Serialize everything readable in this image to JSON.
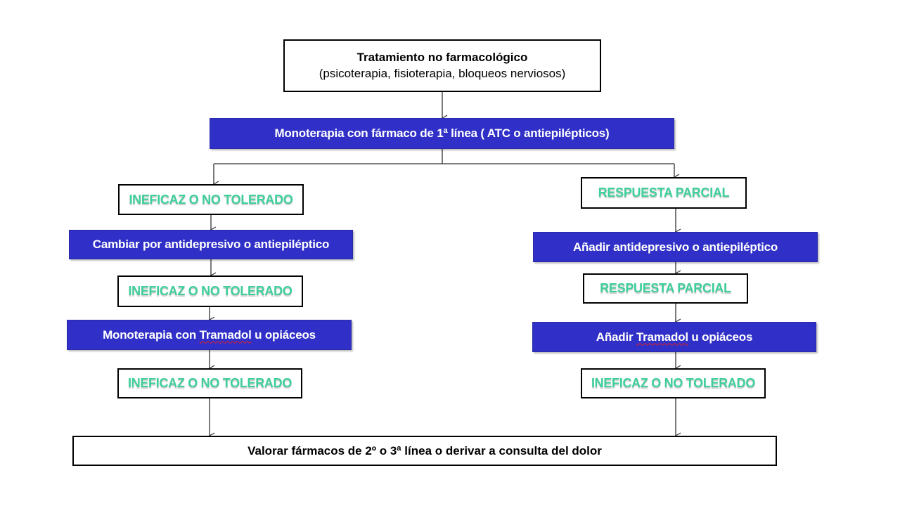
{
  "colors": {
    "box_blue": "#3030c8",
    "status_green": "#3ecf9a",
    "spellcheck_red": "#e02020"
  },
  "top": {
    "title": "Tratamiento no farmacológico",
    "subtitle": "(psicoterapia, fisioterapia, bloqueos nerviosos)"
  },
  "first_line": "Monoterapia con fármaco de 1ª línea ( ATC o antiepilépticos)",
  "left": {
    "status1": "INEFICAZ O NO TOLERADO",
    "step1": "Cambiar por antidepresivo o antiepiléptico",
    "status2": "INEFICAZ O NO TOLERADO",
    "step2_before": "Monoterapia con ",
    "step2_flagged": "Tramadol",
    "step2_after": " u opiáceos",
    "status3": "INEFICAZ O NO TOLERADO"
  },
  "right": {
    "status1": "RESPUESTA PARCIAL",
    "step1": "Añadir antidepresivo o antiepiléptico",
    "status2": "RESPUESTA PARCIAL",
    "step2_before": "Añadir ",
    "step2_flagged": "Tramadol",
    "step2_after": " u opiáceos",
    "status3": "INEFICAZ O NO TOLERADO"
  },
  "final": "Valorar fármacos de 2º o 3ª línea o derivar a consulta del dolor"
}
